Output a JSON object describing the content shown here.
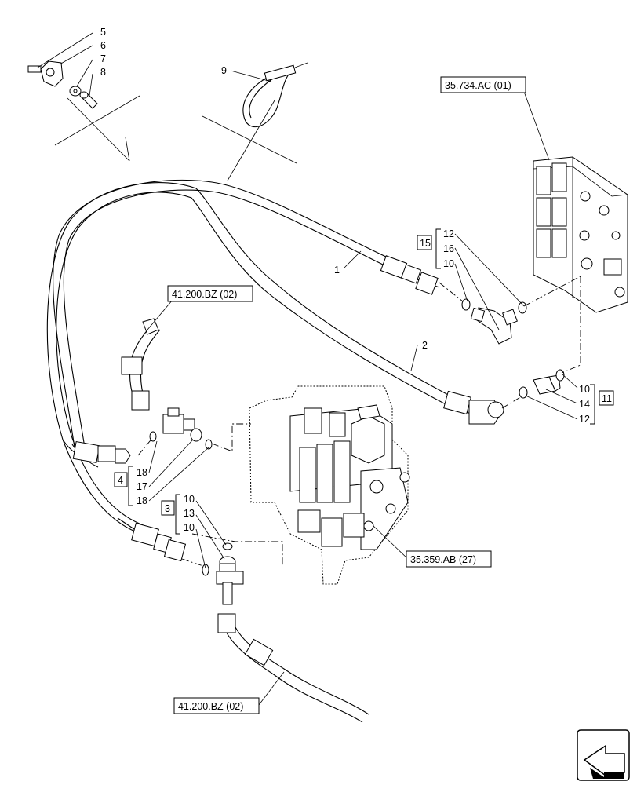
{
  "references": {
    "top_right": "35.734.AC (01)",
    "left_upper": "41.200.BZ (02)",
    "left_lower": "41.200.BZ (02)",
    "valve": "35.359.AB (27)"
  },
  "callouts": {
    "c1": "1",
    "c2": "2",
    "c5": "5",
    "c6": "6",
    "c7": "7",
    "c8": "8",
    "c9": "9"
  },
  "groups": {
    "g15": {
      "box": "15",
      "items": [
        "12",
        "16",
        "10"
      ]
    },
    "g11": {
      "box": "11",
      "items": [
        "10",
        "14",
        "12"
      ]
    },
    "g4": {
      "box": "4",
      "items": [
        "18",
        "17",
        "18"
      ]
    },
    "g3": {
      "box": "3",
      "items": [
        "10",
        "13",
        "10"
      ]
    }
  },
  "nav_icon": "next-page-arrow-icon"
}
